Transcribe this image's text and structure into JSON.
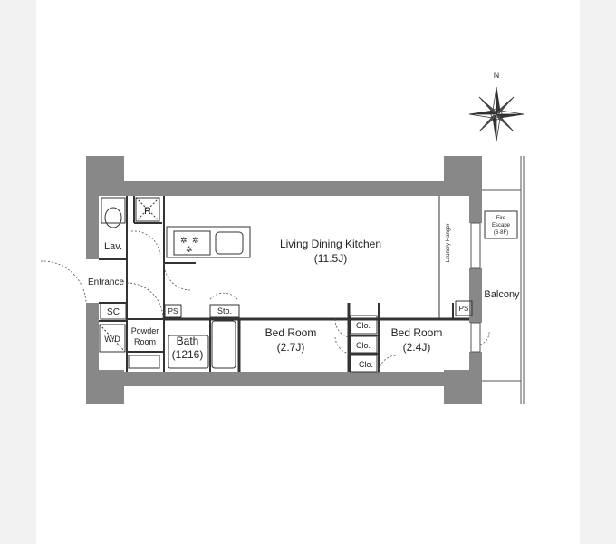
{
  "compass": {
    "north_label": "N"
  },
  "rooms": {
    "ldk": {
      "name": "Living Dining Kitchen",
      "size": "(11.5J)"
    },
    "bed1": {
      "name": "Bed Room",
      "size": "(2.7J)"
    },
    "bed2": {
      "name": "Bed Room",
      "size": "(2.4J)"
    },
    "bath": {
      "name": "Bath",
      "size": "(1216)"
    },
    "powder": {
      "line1": "Powder",
      "line2": "Room"
    },
    "lav": "Lav.",
    "entrance": "Entrance",
    "balcony": "Balcony"
  },
  "fixtures": {
    "refrigerator": "R",
    "shoe_cabinet": "SC",
    "washer_dryer": "W/D",
    "pipe_space_1": "PS",
    "pipe_space_2": "PS",
    "storage": "Sto.",
    "closet_1": "Clo.",
    "closet_2": "Clo.",
    "closet_3": "Clo.",
    "laundry_hanger": "Laundry Hanger",
    "fire_escape_line1": "Fire",
    "fire_escape_line2": "Escape",
    "fire_escape_line3": "(6·8F)"
  },
  "colors": {
    "wall": "#888888",
    "line": "#333333",
    "panel": "#ffffff",
    "page": "#f2f2f2"
  }
}
